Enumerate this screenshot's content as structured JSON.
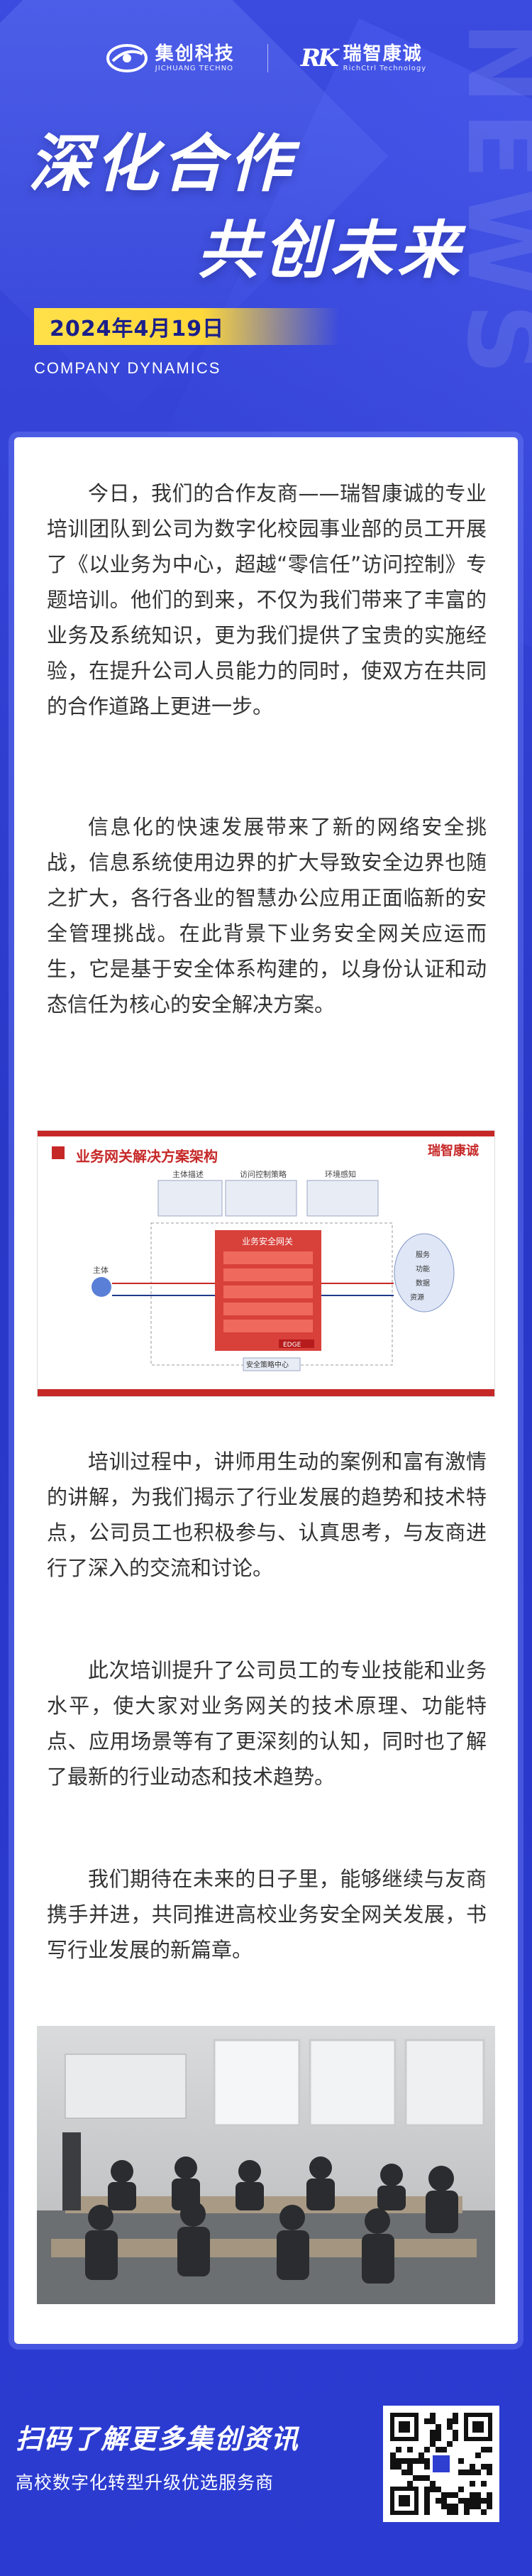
{
  "header": {
    "brand_left_cn": "集创科技",
    "brand_left_en": "JICHUANG TECHNO",
    "brand_right_mark": "RK",
    "brand_right_cn": "瑞智康诚",
    "brand_right_en": "RichCtrl Technology",
    "watermark": "NEWS"
  },
  "hero": {
    "title_line_1": "深化合作",
    "title_line_2": "共创未来",
    "date": "2024年4月19日",
    "subtitle": "COMPANY DYNAMICS"
  },
  "article": {
    "paragraphs": [
      "今日，我们的合作友商——瑞智康诚的专业培训团队到公司为数字化校园事业部的员工开展了《以业务为中心，超越“零信任”访问控制》专题培训。他们的到来，不仅为我们带来了丰富的业务及系统知识，更为我们提供了宝贵的实施经验，在提升公司人员能力的同时，使双方在共同的合作道路上更进一步。",
      "信息化的快速发展带来了新的网络安全挑战，信息系统使用边界的扩大导致安全边界也随之扩大，各行各业的智慧办公应用正面临新的安全管理挑战。在此背景下业务安全网关应运而生，它是基于安全体系构建的，以身份认证和动态信任为核心的安全解决方案。",
      "培训过程中，讲师用生动的案例和富有激情的讲解，为我们揭示了行业发展的趋势和技术特点，公司员工也积极参与、认真思考，与友商进行了深入的交流和讨论。",
      "此次培训提升了公司员工的专业技能和业务水平，使大家对业务网关的技术原理、功能特点、应用场景等有了更深刻的认知，同时也了解了最新的行业动态和技术趋势。",
      "我们期待在未来的日子里，能够继续与友商携手并进，共同推进高校业务安全网关发展，书写行业发展的新篇章。"
    ],
    "diagram": {
      "title": "业务网关解决方案架构",
      "logo": "瑞智康诚",
      "labels": {
        "top_left": "主体描述",
        "top_mid": "访问控制策略",
        "top_right": "环境感知",
        "gateway": "业务安全网关",
        "user": "主体",
        "right_1": "服务",
        "right_2": "功能",
        "right_3": "数据",
        "right_4": "资源",
        "bottom": "安全策略中心",
        "edge": "EDGE"
      }
    }
  },
  "footer": {
    "title": "扫码了解更多集创资讯",
    "subtitle": "高校数字化转型升级优选服务商"
  },
  "colors": {
    "background": "#2f3fd0",
    "accent_yellow": "#ffd83a",
    "text_dark": "#333333",
    "diagram_red": "#c62828"
  }
}
